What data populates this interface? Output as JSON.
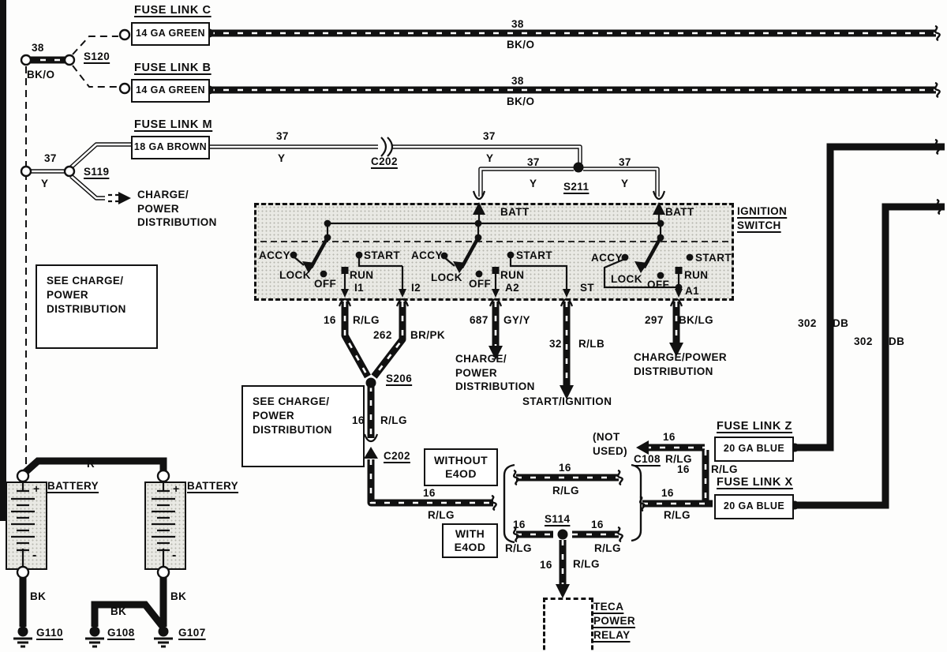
{
  "labels": {
    "fuse_links": {
      "c_title": "FUSE LINK C",
      "b_title": "FUSE LINK B",
      "m_title": "FUSE LINK M",
      "z_title": "FUSE LINK Z",
      "x_title": "FUSE LINK X",
      "ga14_green": "14 GA GREEN",
      "ga18_brown": "18 GA BROWN",
      "ga20_blue": "20 GA BLUE"
    },
    "splices": {
      "s120": "S120",
      "s119": "S119",
      "s211": "S211",
      "s206": "S206",
      "s114": "S114"
    },
    "connectors": {
      "c202": "C202",
      "c108": "C108"
    },
    "grounds": {
      "g110": "G110",
      "g108": "G108",
      "g107": "G107"
    },
    "wire_codes": {
      "n38": "38",
      "bko": "BK/O",
      "n37": "37",
      "y": "Y",
      "n16": "16",
      "rlg": "R/LG",
      "n262": "262",
      "brpk": "BR/PK",
      "n687": "687",
      "gyy": "GY/Y",
      "n32": "32",
      "rlb": "R/LB",
      "n297": "297",
      "bklg": "BK/LG",
      "n302": "302",
      "db": "DB",
      "r": "R",
      "bk": "BK"
    },
    "ignition": {
      "title_line1": "IGNITION",
      "title_line2": "SWITCH",
      "batt": "BATT",
      "accy": "ACCY",
      "lock": "LOCK",
      "off": "OFF",
      "run": "RUN",
      "start": "START",
      "i1": "I1",
      "i2": "I2",
      "a2": "A2",
      "st": "ST",
      "a1": "A1"
    },
    "notes": {
      "charge_power_3": "CHARGE/\nPOWER\nDISTRIBUTION",
      "charge_power_2": "CHARGE/POWER\nDISTRIBUTION",
      "see_charge": "SEE CHARGE/\nPOWER\nDISTRIBUTION",
      "start_ignition": "START/IGNITION",
      "not_used": "(NOT\nUSED)",
      "without": "WITHOUT",
      "with": "WITH",
      "e4od": "E4OD"
    },
    "battery": {
      "name": "BATTERY",
      "plus": "+",
      "minus": "-"
    },
    "relay": {
      "l1": "TECA",
      "l2": "POWER",
      "l3": "RELAY"
    }
  },
  "colors": {
    "ink": "#111111",
    "paper": "#fdfdfc",
    "shade": "#e9e9e4"
  }
}
